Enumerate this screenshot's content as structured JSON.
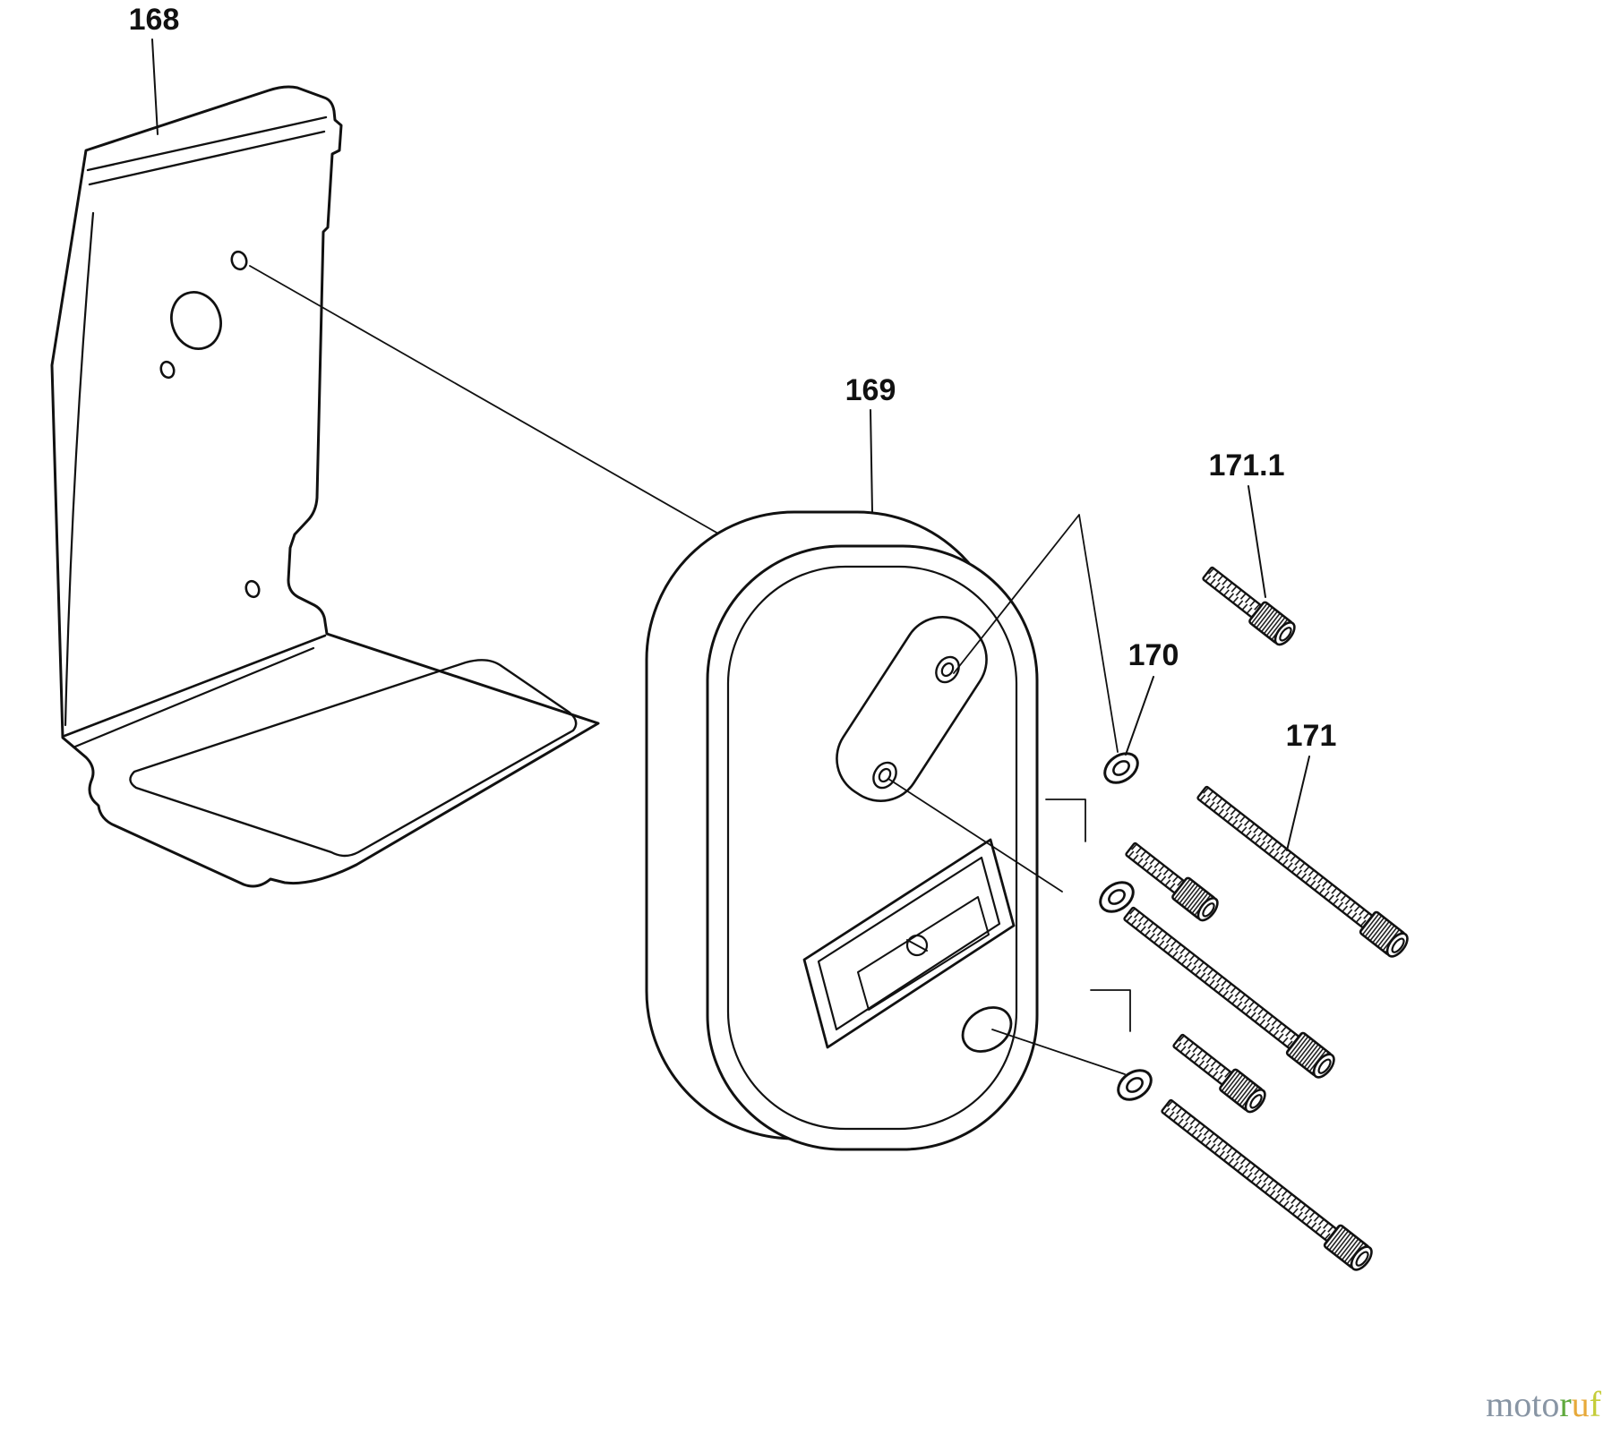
{
  "diagram": {
    "background_color": "#ffffff",
    "line_color": "#111111",
    "labels": [
      {
        "part": "168",
        "text": "168"
      },
      {
        "part": "169",
        "text": "169"
      },
      {
        "part": "170",
        "text": "170"
      },
      {
        "part": "171",
        "text": "171"
      },
      {
        "part": "171.1",
        "text": "171.1"
      }
    ],
    "watermark": {
      "segments": [
        {
          "text": "moto",
          "color": "#8895a4"
        },
        {
          "text": "r",
          "color": "#5fa93d"
        },
        {
          "text": "u",
          "color": "#e7a93a"
        },
        {
          "text": "f",
          "color": "#c5cd3a"
        }
      ]
    }
  }
}
